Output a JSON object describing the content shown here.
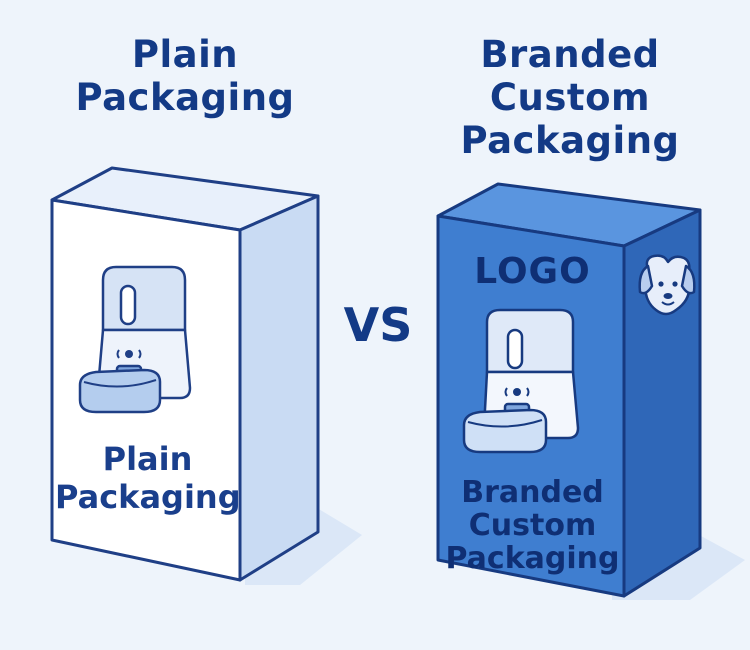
{
  "left": {
    "heading_lines": [
      "Plain",
      "Packaging"
    ],
    "box_label_lines": [
      "Plain",
      "Packaging"
    ]
  },
  "middle": {
    "vs_label": "VS"
  },
  "right": {
    "heading_lines": [
      "Branded",
      "Custom",
      "Packaging"
    ],
    "logo_text": "LOGO",
    "box_label_lines": [
      "Branded",
      "Custom",
      "Packaging"
    ]
  },
  "colors": {
    "background": "#eef4fb",
    "ink": "#133a86",
    "plain_front": "#ffffff",
    "plain_side": "#c9dbf3",
    "branded_front": "#3f7ed0",
    "branded_side": "#2f67b8"
  },
  "icons": {
    "product": "pet-feeder-icon",
    "mascot": "dog-face-icon"
  }
}
